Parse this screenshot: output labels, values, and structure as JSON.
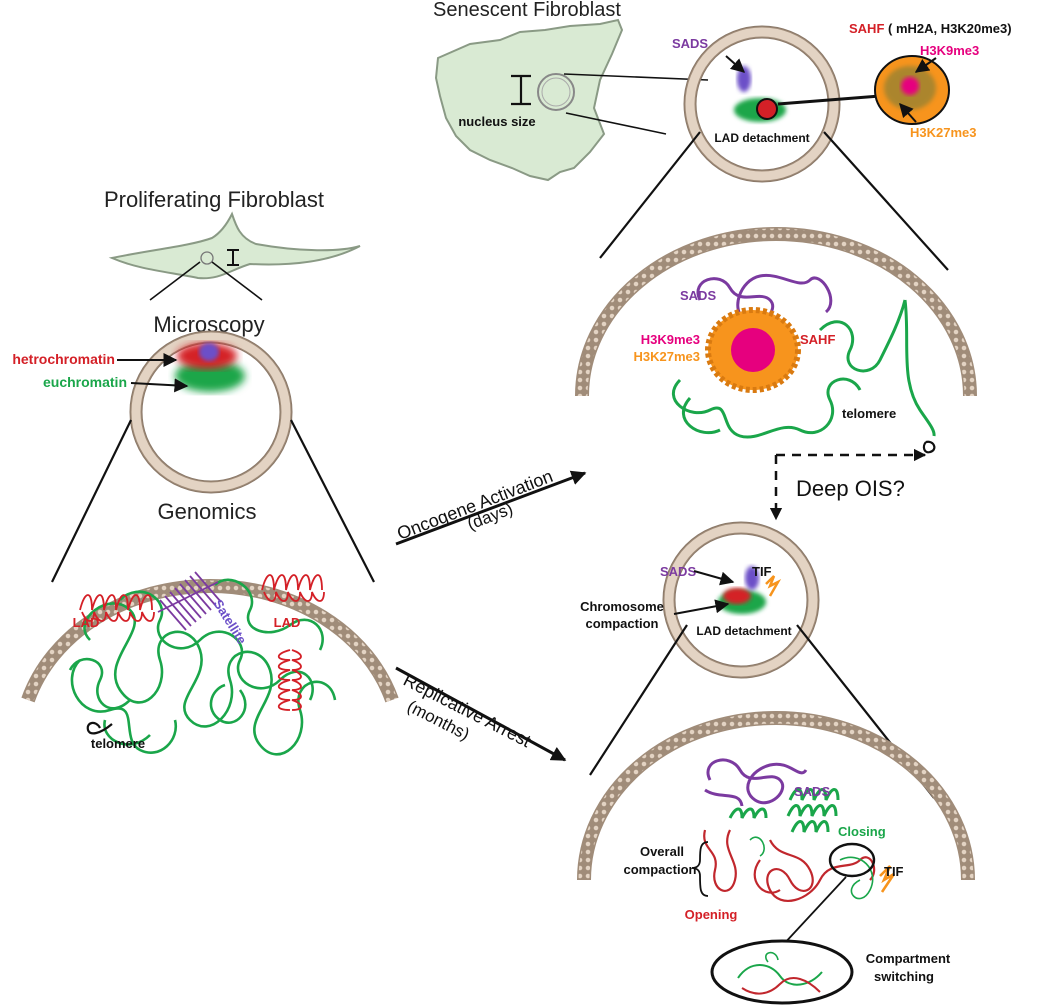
{
  "titles": {
    "proliferating": "Proliferating Fibroblast",
    "senescent": "Senescent Fibroblast",
    "microscopy": "Microscopy",
    "genomics": "Genomics"
  },
  "proliferating": {
    "heterochromatin": "hetrochromatin",
    "euchromatin": "euchromatin",
    "satellite": "Satellite",
    "lad_left": "LAD",
    "lad_right": "LAD",
    "telomere": "telomere"
  },
  "senescent": {
    "sads_top": "SADS",
    "nucleus_size": "nucleus size",
    "lad_detachment": "LAD detachment",
    "sahf_prefix": "SAHF",
    "sahf_marks": " ( mH2A, H3K20me3)",
    "h3k9_inset": "H3K9me3",
    "h3k27_inset": "H3K27me3",
    "sads_mid": "SADS",
    "h3k9_mid": "H3K9me3",
    "h3k27_mid": "H3K27me3",
    "sahf_mid": "SAHF",
    "telomere": "telomere"
  },
  "arrows": {
    "oncogene": "Oncogene Activation",
    "oncogene_time": "(days)",
    "replicative": "Replicative Arrest",
    "replicative_time": "(months)",
    "deep_ois": "Deep OIS?"
  },
  "replicative": {
    "sads": "SADS",
    "tif": "TIF",
    "chromosome": "Chromosome",
    "compaction": "compaction",
    "lad_detachment": "LAD detachment",
    "sads_bottom": "SADS",
    "closing": "Closing",
    "overall": "Overall",
    "overall_compaction": "compaction",
    "opening": "Opening",
    "tif_bottom": "TIF",
    "compartment": "Compartment",
    "switching": "switching"
  },
  "colors": {
    "red": "#d42027",
    "green": "#1aa64a",
    "purple": "#7b3aa0",
    "magenta": "#e6007e",
    "orange": "#f7941d",
    "cell": "#d9ead3",
    "membrane": "#b9aa9a"
  }
}
